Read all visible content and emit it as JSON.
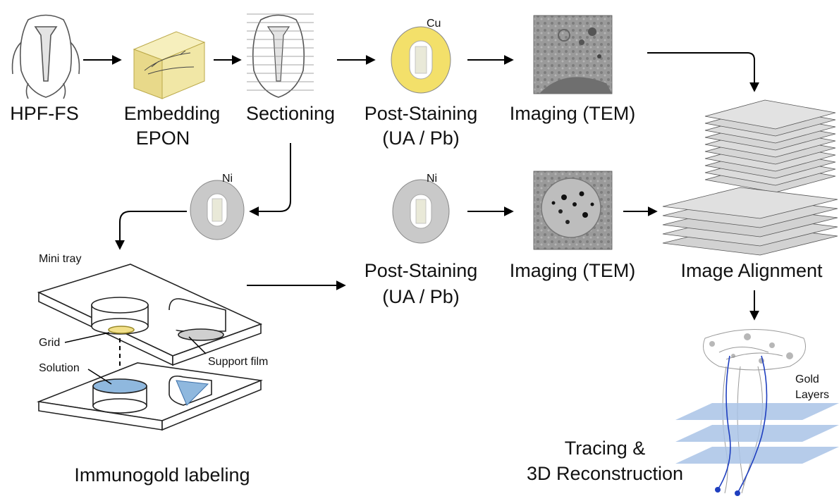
{
  "labels": {
    "hpf_fs": "HPF-FS",
    "embedding_line1": "Embedding",
    "embedding_line2": "EPON",
    "sectioning": "Sectioning",
    "post_staining_1_line1": "Post-Staining",
    "post_staining_1_line2": "(UA / Pb)",
    "imaging_1": "Imaging (TEM)",
    "post_staining_2_line1": "Post-Staining",
    "post_staining_2_line2": "(UA / Pb)",
    "imaging_2": "Imaging (TEM)",
    "image_alignment": "Image Alignment",
    "immunogold": "Immunogold labeling",
    "tracing_line1": "Tracing &",
    "tracing_line2": "3D Reconstruction"
  },
  "grid_labels": {
    "cu": "Cu",
    "ni_1": "Ni",
    "ni_2": "Ni"
  },
  "tray_labels": {
    "mini_tray": "Mini tray",
    "grid": "Grid",
    "solution": "Solution",
    "support_film": "Support film"
  },
  "reconstruction_labels": {
    "gold_line1": "Gold",
    "gold_line2": "Layers"
  },
  "colors": {
    "cu_grid": "#f3e06a",
    "ni_grid": "#c9c9c9",
    "epon_block": "#f1e7a6",
    "gold_layer": "#a9c3e6",
    "solution": "#8fb8de",
    "neuron_trace": "#1f3fbf"
  }
}
